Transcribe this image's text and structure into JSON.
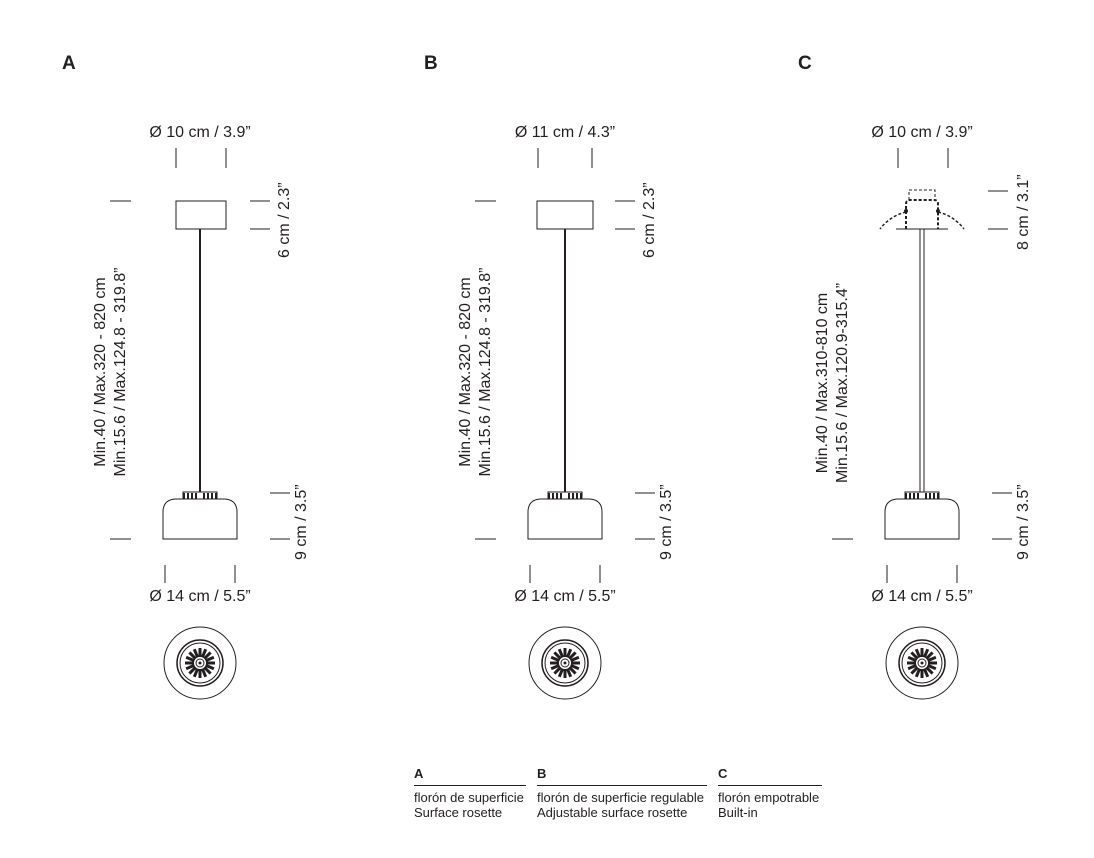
{
  "variants": [
    {
      "letter": "A",
      "top_diameter": "Ø 10 cm / 3.9”",
      "canopy_height": "6 cm / 2.3”",
      "length_cm": "Min.40 / Max.320 - 820 cm",
      "length_in": "Min.15.6 / Max.124.8 - 319.8”",
      "shade_height": "9 cm / 3.5”",
      "shade_diameter": "Ø 14 cm / 5.5”"
    },
    {
      "letter": "B",
      "top_diameter": "Ø 11 cm / 4.3”",
      "canopy_height": "6 cm / 2.3”",
      "length_cm": "Min.40 / Max.320 - 820 cm",
      "length_in": "Min.15.6 / Max.124.8 - 319.8”",
      "shade_height": "9 cm / 3.5”",
      "shade_diameter": "Ø 14 cm / 5.5”"
    },
    {
      "letter": "C",
      "top_diameter": "Ø 10 cm / 3.9”",
      "canopy_height": "8 cm / 3.1”",
      "length_cm": "Min.40 / Max.310-810 cm",
      "length_in": "Min.15.6 / Max.120.9-315.4”",
      "shade_height": "9 cm / 3.5”",
      "shade_diameter": "Ø 14 cm / 5.5”"
    }
  ],
  "legend": [
    {
      "letter": "A",
      "es": "florón de superficie",
      "en": "Surface rosette"
    },
    {
      "letter": "B",
      "es": "florón de superficie regulable",
      "en": "Adjustable surface rosette"
    },
    {
      "letter": "C",
      "es": "florón empotrable",
      "en": "Built-in"
    }
  ]
}
